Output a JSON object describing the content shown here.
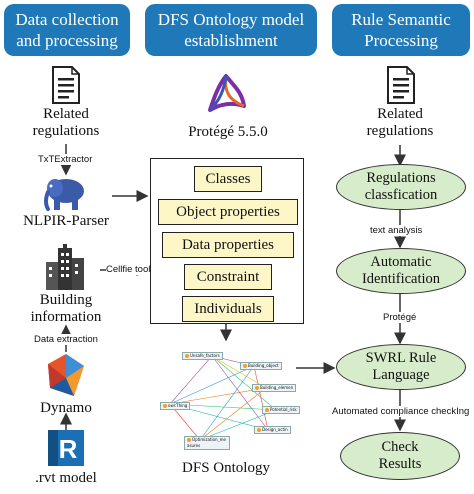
{
  "headers": {
    "left": "Data collection\nand processing",
    "middle": "DFS Ontology model\nestablishment",
    "right": "Rule Semantic\nProcessing"
  },
  "left": {
    "related_regulations": "Related\nregulations",
    "extractor": "TxTExtractor",
    "parser": "NLPIR-Parser",
    "cellfie": "Cellfie tool",
    "building_information": "Building\ninformation",
    "data_extraction": "Data extraction",
    "dynamo": "Dynamo",
    "rvt_model": ".rvt model"
  },
  "middle": {
    "protege": "Protégé 5.5.0",
    "boxes": [
      "Classes",
      "Object properties",
      "Data properties",
      "Constraint",
      "Individuals"
    ],
    "ontology": "DFS Ontology",
    "graph_nodes": [
      "Unsafe_factors",
      "owl:Thing",
      "Building_object",
      "Building_elemen",
      "Potential_risk",
      "Design_actin",
      "Optimization_me asures"
    ]
  },
  "right": {
    "related_regulations": "Related\nregulations",
    "regulations_classification": "Regulations\nclassfication",
    "text_analysis": "text analysis",
    "automatic_identification": "Automatic\nIdentification",
    "protege_label": "Protégé",
    "swrl": "SWRL Rule\nLanguage",
    "compliance": "Automated compliance checkIng",
    "check_results": "Check\nResults"
  },
  "colors": {
    "header": "#1f78b8",
    "yellow_box": "#fdf7c8",
    "green_oval": "#d7ecca"
  },
  "icons": [
    "document-icon",
    "protege-logo-icon",
    "elephant-icon",
    "building-icon",
    "dynamo-icon",
    "revit-icon",
    "ontology-graph-icon"
  ]
}
